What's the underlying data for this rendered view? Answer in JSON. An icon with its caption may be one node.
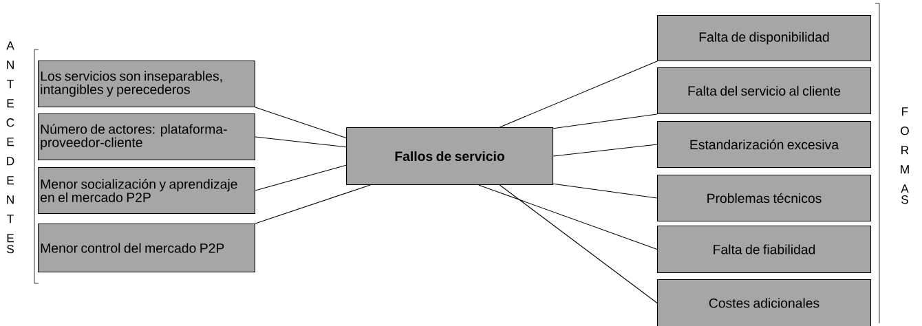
{
  "diagram": {
    "nodes": [
      {
        "text": [
          "Los servicios son inseparables, intangibles y perecederos"
        ]
      },
      {
        "text": [
          "Número de actores: plataforma-proveedor-cliente"
        ]
      },
      {
        "text": [
          "Menor socialización y aprendizaje en el mercado P2P"
        ]
      },
      {
        "text": [
          "Menor control del mercado P2P"
        ]
      },
      {
        "text": [
          "Fallos de servicio"
        ]
      },
      {
        "text": [
          "Falta de disponibilidad"
        ]
      },
      {
        "text": [
          "Falta del servicio al cliente"
        ]
      },
      {
        "text": [
          "Estandarización excesiva"
        ]
      },
      {
        "text": [
          "Problemas técnicos"
        ]
      },
      {
        "text": [
          "Falta de fiabilidad"
        ]
      },
      {
        "text": [
          "Costes adicionales"
        ]
      }
    ],
    "edges": [
      {
        "from": 0,
        "to": 4,
        "arrow": "none"
      },
      {
        "from": 1,
        "to": 4,
        "arrow": "none"
      },
      {
        "from": 2,
        "to": 4,
        "arrow": "none"
      },
      {
        "from": 3,
        "to": 4,
        "arrow": "none"
      },
      {
        "from": 4,
        "to": 5,
        "arrow": "none"
      },
      {
        "from": 4,
        "to": 6,
        "arrow": "none"
      },
      {
        "from": 4,
        "to": 7,
        "arrow": "none"
      },
      {
        "from": 4,
        "to": 8,
        "arrow": "none"
      },
      {
        "from": 4,
        "to": 9,
        "arrow": "none"
      },
      {
        "from": 4,
        "to": 10,
        "arrow": "none"
      }
    ],
    "labels": [
      "ANTECEDENTES",
      "FORMAS"
    ]
  }
}
